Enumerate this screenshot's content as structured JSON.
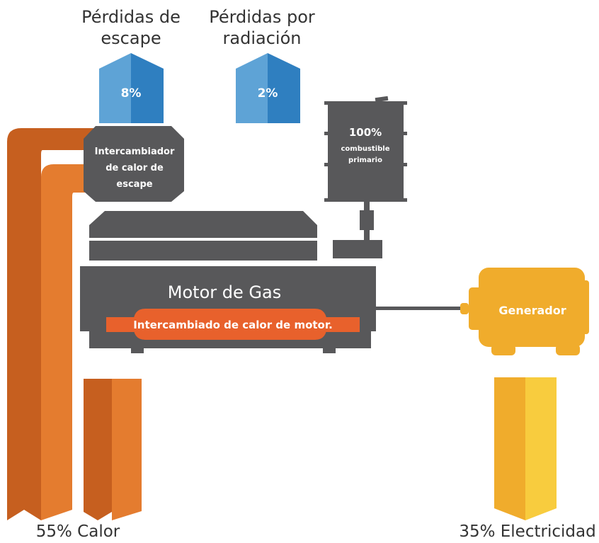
{
  "losses": {
    "exhaust": {
      "title_line1": "Pérdidas de",
      "title_line2": "escape",
      "value": "8%"
    },
    "radiation": {
      "title_line1": "Pérdidas por",
      "title_line2": "radiación",
      "value": "2%"
    }
  },
  "exchanger": {
    "line1": "Intercambiador",
    "line2": "de calor de",
    "line3": "escape"
  },
  "fuel": {
    "line1": "100%",
    "line2": "combustible",
    "line3": "primario"
  },
  "engine": {
    "title": "Motor de Gas",
    "exchanger_label": "Intercambiado de calor de motor."
  },
  "generator": {
    "label": "Generador"
  },
  "outputs": {
    "heat": "55% Calor",
    "electricity": "35% Electricidad"
  },
  "colors": {
    "blue_light": "#5ea3d6",
    "blue_dark": "#2f7fc0",
    "orange_dark": "#c65f1f",
    "orange_light": "#e47c2f",
    "gray": "#58585a",
    "red_orange": "#e8612c",
    "yellow": "#f0ac2c",
    "yellow_light": "#f8cc3e"
  }
}
